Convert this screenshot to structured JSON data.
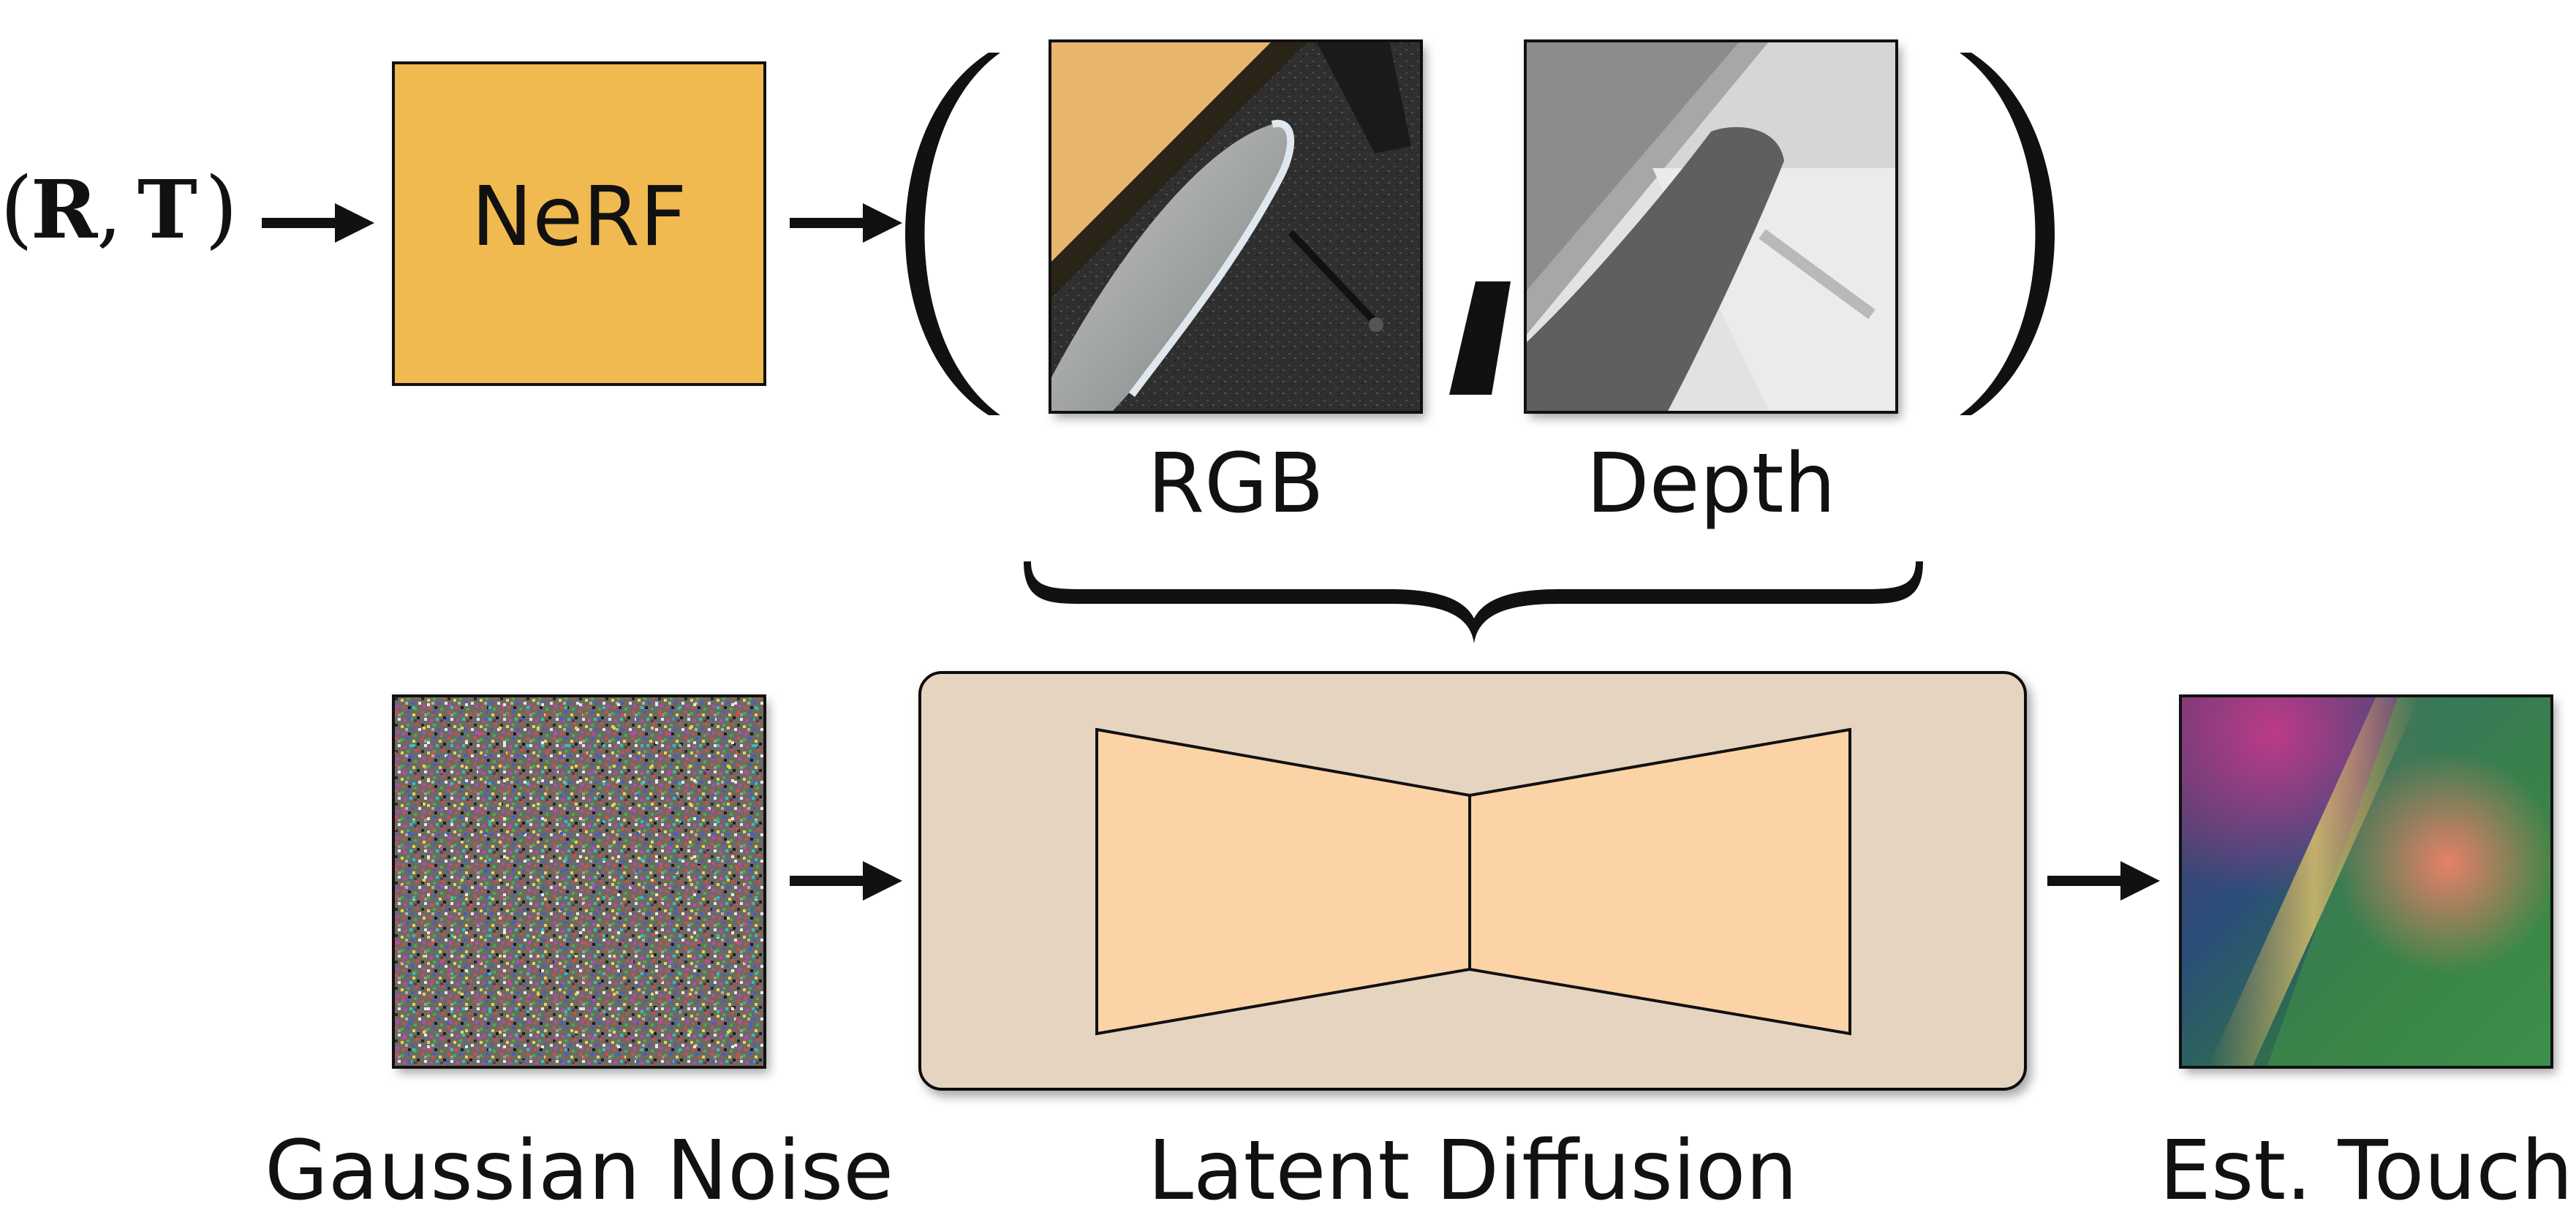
{
  "input": {
    "open_paren": "(",
    "rotation": "R",
    "comma": ",",
    "translation": "T",
    "close_paren": ")"
  },
  "nerf": {
    "label": "NeRF"
  },
  "tuple": {
    "open": "(",
    "separator": ",",
    "close": ")"
  },
  "views": [
    {
      "label": "RGB"
    },
    {
      "label": "Depth"
    }
  ],
  "bottom_labels": {
    "noise": "Gaussian Noise",
    "diffusion": "Latent Diffusion",
    "touch": "Est. Touch"
  },
  "colors": {
    "nerf_fill": "#F1BA50",
    "diffusion_bg": "#E5D5C0",
    "unet_fill": "#FBD3A6",
    "arrow": "#111111"
  }
}
